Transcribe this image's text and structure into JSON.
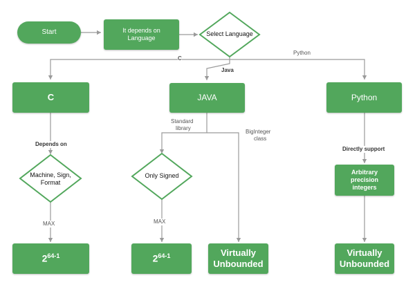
{
  "nodes": {
    "start": "Start",
    "depends": "It depends on Language",
    "select": "Select Language",
    "c": "C",
    "java": "JAVA",
    "python": "Python",
    "machine": "Machine, Sign, Format",
    "only_signed": "Only Signed",
    "arbitrary": "Arbitrary precision integers",
    "c_result_base": "2",
    "c_result_exp": "64-1",
    "java_result_base": "2",
    "java_result_exp": "64-1",
    "java_unbounded": "Virtually Unbounded",
    "python_unbounded": "Virtually Unbounded"
  },
  "edge_labels": {
    "c": "C",
    "java": "Java",
    "python": "Python",
    "standard_library_1": "Standard",
    "standard_library_2": "library",
    "biginteger_1": "BigInteger",
    "biginteger_2": "class",
    "depends_on": "Depends on",
    "directly_support": "Directly support",
    "max_c": "MAX",
    "max_java": "MAX"
  },
  "colors": {
    "node_fill": "#52a75c",
    "node_text": "#ffffff",
    "edge": "#9a9a9a"
  }
}
